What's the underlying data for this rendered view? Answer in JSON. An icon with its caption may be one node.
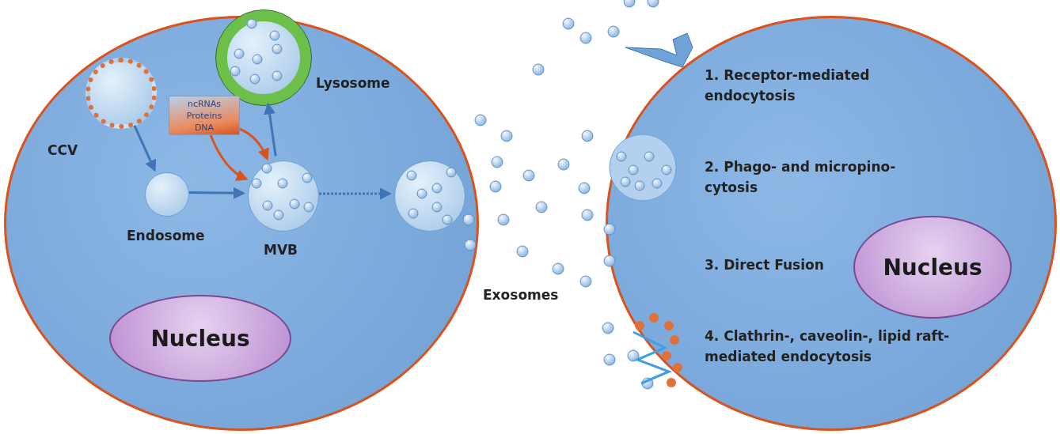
{
  "diagram": {
    "nodes": [
      {
        "text": [],
        "shape": "circle"
      },
      {
        "text": [
          "CCV"
        ],
        "in": 0
      },
      {
        "text": [
          "Lysosome"
        ],
        "in": 0
      },
      {
        "text": [
          "ncRNAs Proteins DNA"
        ],
        "in": 0
      },
      {
        "text": [
          "Endosome"
        ],
        "in": 0
      },
      {
        "text": [
          "MVB"
        ],
        "in": 0
      },
      {
        "text": [],
        "shape": "circle",
        "in": 0
      },
      {
        "text": [
          "Nucleus"
        ],
        "in": 0
      },
      {
        "text": [],
        "shape": "circle"
      },
      {
        "text": [
          "Nucleus"
        ],
        "in": 8
      }
    ],
    "edges": [
      {
        "from": 1,
        "to": 4,
        "arrow": "to"
      },
      {
        "from": 4,
        "to": 5,
        "arrow": "to"
      },
      {
        "from": 3,
        "to": 5,
        "arrow": "to",
        "color": "#d9531e"
      },
      {
        "from": 3,
        "to": 5,
        "arrow": "to",
        "color": "#d9531e"
      },
      {
        "from": 5,
        "to": 2,
        "arrow": "to"
      },
      {
        "from": 5,
        "to": 6,
        "arrow": "to",
        "style": "dashed"
      }
    ],
    "labels": [
      "Exosomes",
      "1. Receptor-mediated endocytosis",
      "2. Phago- and micropino-cytosis",
      "3. Direct Fusion",
      "4. Clathrin-, caveolin-, lipid raft-mediated endocytosis"
    ]
  }
}
